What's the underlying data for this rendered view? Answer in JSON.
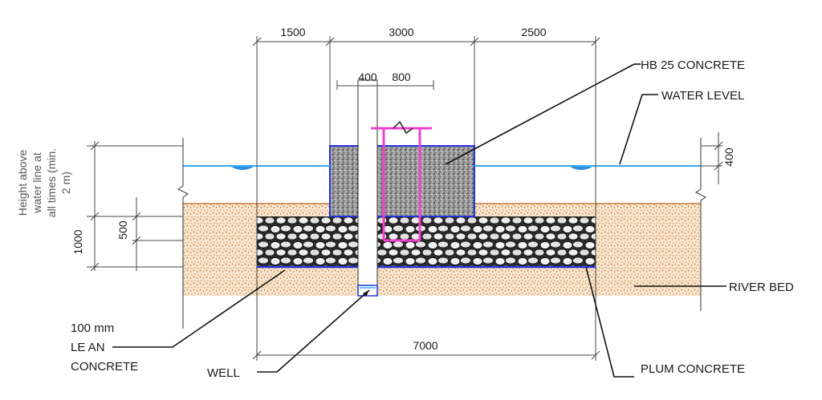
{
  "labels": {
    "hb25": "HB 25 CONCRETE",
    "water_level": "WATER LEVEL",
    "river_bed": "RIVER BED",
    "plum_concrete": "PLUM CONCRETE",
    "well": "WELL",
    "lean_1": "100 mm",
    "lean_2": "LE AN",
    "lean_3": "CONCRETE",
    "height_1": "Height above",
    "height_2": "water line at",
    "height_3": "all times (min.",
    "height_4": "2 m)"
  },
  "dimensions": {
    "d1500": "1500",
    "d3000": "3000",
    "d2500": "2500",
    "d400": "400",
    "d800": "800",
    "d400_right": "400",
    "d1000": "1000",
    "d500": "500",
    "d7000": "7000"
  },
  "colors": {
    "water": "#33aaff",
    "riverbed": "#d9a066",
    "outline_blue": "#2233dd",
    "reinforcement": "#ee44cc"
  }
}
